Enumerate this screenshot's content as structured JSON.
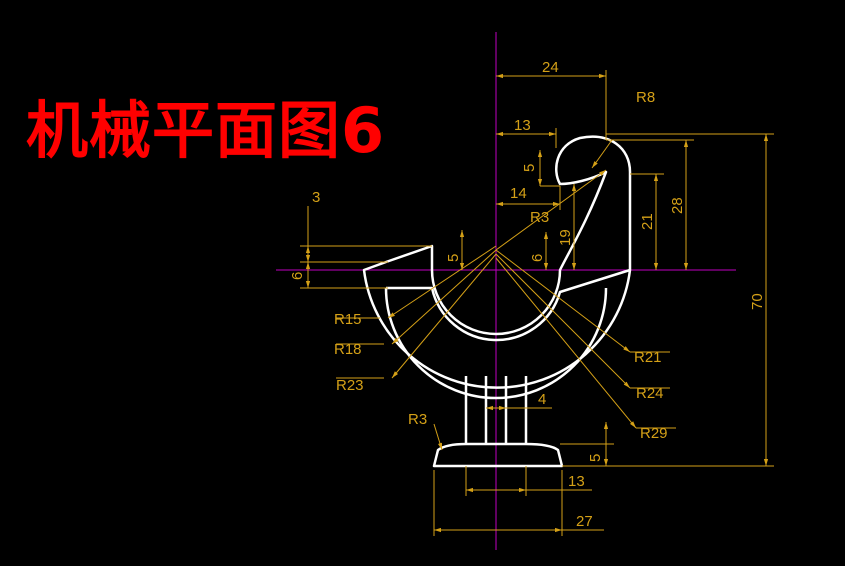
{
  "title": "机械平面图6",
  "colors": {
    "background": "#000000",
    "title": "#ff0000",
    "outline": "#ffffff",
    "dimension": "#d4a017",
    "centerline": "#c000c0"
  },
  "dimensions": {
    "d24": "24",
    "r8": "R8",
    "d13top": "13",
    "d5a": "5",
    "d14": "14",
    "r3top": "R3",
    "d19": "19",
    "d21": "21",
    "d28": "28",
    "d70": "70",
    "d3": "3",
    "d6left": "6",
    "d5b": "5",
    "d6mid": "6",
    "r15": "R15",
    "r18": "R18",
    "r23": "R23",
    "r21": "R21",
    "r24": "R24",
    "r29": "R29",
    "d4": "4",
    "r3base": "R3",
    "d5c": "5",
    "d13bot": "13",
    "d27": "27"
  }
}
